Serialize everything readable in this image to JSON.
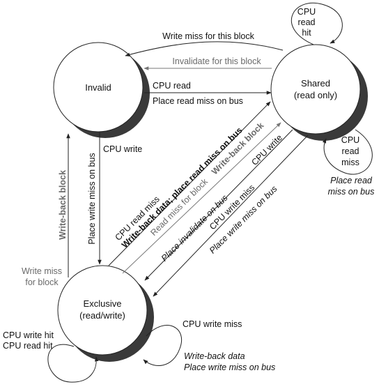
{
  "states": {
    "invalid": {
      "label": "Invalid"
    },
    "shared": {
      "line1": "Shared",
      "line2": "(read only)"
    },
    "exclusive": {
      "line1": "Exclusive",
      "line2": "(read/write)"
    }
  },
  "transitions": {
    "shared_selfloop_hit": {
      "line1": "CPU",
      "line2": "read",
      "line3": "hit"
    },
    "write_miss_for_block": "Write miss for this block",
    "invalidate_for_block": "Invalidate for this block",
    "invalid_to_shared": {
      "event": "CPU read",
      "action": "Place read miss on bus"
    },
    "shared_selfloop_miss": {
      "line1": "CPU",
      "line2": "read",
      "line3": "miss",
      "action1": "Place read",
      "action2": "miss on bus"
    },
    "invalid_to_exclusive": {
      "event": "CPU write",
      "action": "Place write miss on bus"
    },
    "exclusive_to_invalid": {
      "action": "Write-back block",
      "event1": "Write miss",
      "event2": "for block"
    },
    "exclusive_to_shared_cpu": {
      "event": "CPU read miss",
      "action": "Write-back data; place read miss on bus"
    },
    "exclusive_to_shared_bus": {
      "event": "Read miss for block",
      "action": "Write-back block"
    },
    "shared_to_exclusive_write": {
      "event": "CPU write",
      "action": "Place invalidate on bus"
    },
    "shared_to_exclusive_miss": {
      "event": "CPU write miss",
      "action": "Place write miss on bus"
    },
    "exclusive_selfloop_hit": {
      "line1": "CPU write hit",
      "line2": "CPU read hit"
    },
    "exclusive_selfloop_miss": {
      "event": "CPU write miss",
      "action1": "Write-back data",
      "action2": "Place write miss on bus"
    }
  },
  "colors": {
    "line": "#222222",
    "gray": "#6a6a6a",
    "shadow": "#3a3a3a"
  }
}
